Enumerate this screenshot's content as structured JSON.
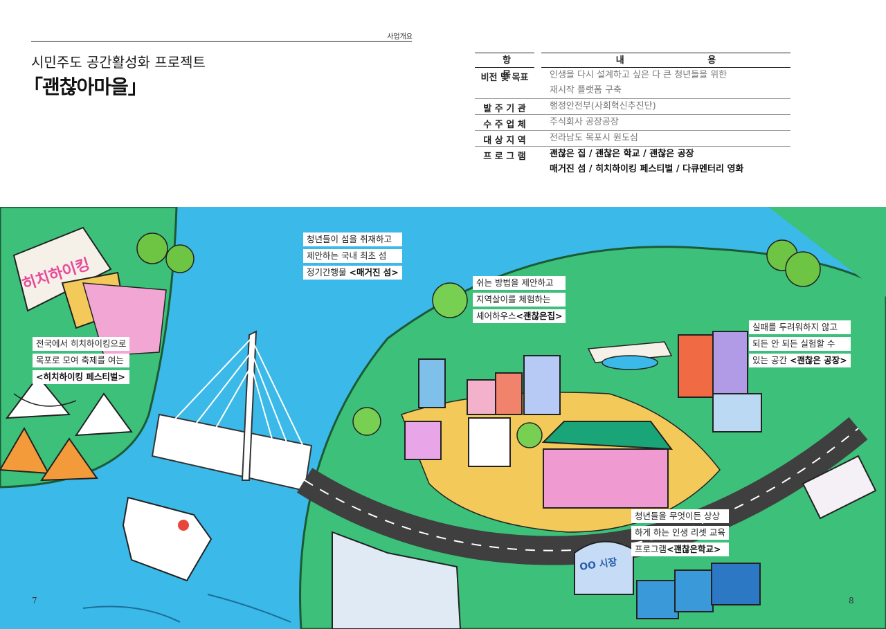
{
  "header": {
    "section_label": "사업개요",
    "title_line1": "시민주도 공간활성화 프로젝트",
    "title_line2": "「괜찮아마을」"
  },
  "table": {
    "headers": [
      "항 목",
      "내 용"
    ],
    "rows": [
      {
        "item": "비전 및 목표",
        "content": [
          "인생을 다시 설계하고 싶은 다 큰 청년들을 위한",
          "재시작 플랫폼 구축"
        ]
      },
      {
        "item": "발 주 기 관",
        "content": [
          "행정안전부(사회혁신추진단)"
        ]
      },
      {
        "item": "수 주 업 체",
        "content": [
          "주식회사 공장공장"
        ]
      },
      {
        "item": "대 상 지 역",
        "content": [
          "전라남도 목포시 원도심"
        ]
      },
      {
        "item": "프 로 그 램",
        "content": [
          "괜찮은 집 / 괜찮은 학교 / 괜찮은 공장",
          "매거진 섬 / 히치하이킹 페스티벌 / 다큐멘터리 영화"
        ]
      }
    ]
  },
  "callouts": {
    "magazine": {
      "line1": "청년들이 섬을 취재하고",
      "line2": "제안하는 국내 최초 섬",
      "line3_prefix": "정기간행물 ",
      "line3_bold": "<매거진 섬>"
    },
    "festival": {
      "line1": "전국에서 히치하이킹으로",
      "line2": "목포로 모여 축제를 여는",
      "line3_bold": "<히치하이킹 페스티벌>"
    },
    "house": {
      "line1": "쉬는 방법을 제안하고",
      "line2": "지역살이를 체험하는",
      "line3_prefix": "셰어하우스",
      "line3_bold": "<괜찮은집>"
    },
    "factory": {
      "line1": "실패를 두려워하지 않고",
      "line2": "되든 안 되든 실험할 수",
      "line3_prefix": "있는 공간 ",
      "line3_bold": "<괜찮은 공장>"
    },
    "school": {
      "line1": "청년들을 무엇이든 상상",
      "line2": "하게 하는 인생 리셋 교육",
      "line3_prefix": "프로그램",
      "line3_bold": "<괜찮은학교>"
    }
  },
  "illustration": {
    "stage_sign": "히치하이킹",
    "market_sign": "OO 시장",
    "colors": {
      "sea": "#3bb9e9",
      "land": "#3cc07a",
      "road": "#3f3f3f",
      "plaza": "#f3c95a"
    }
  },
  "footer": {
    "page_left": "7",
    "page_right": "8"
  }
}
